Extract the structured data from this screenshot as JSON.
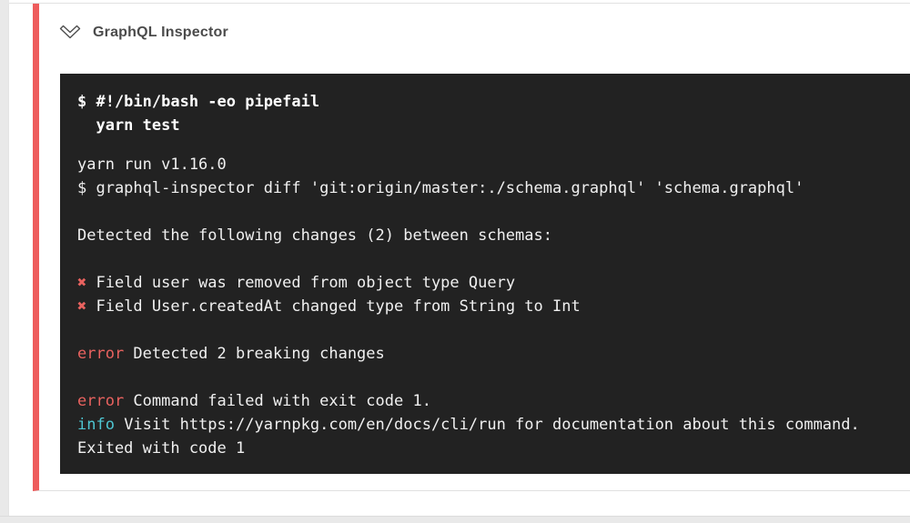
{
  "colors": {
    "accent_red": "#ee5c5c",
    "terminal_bg": "#222222",
    "terminal_text": "#f0f0f0",
    "error_red": "#e8625f",
    "info_cyan": "#4ec6d2"
  },
  "header": {
    "title": "GraphQL Inspector",
    "collapse_icon": "chevron-collapse-icon"
  },
  "terminal": {
    "command_lines": [
      [
        {
          "t": "$ #!/bin/bash -eo pipefail"
        }
      ],
      [
        {
          "t": "  yarn test"
        }
      ]
    ],
    "output_lines": [
      [
        {
          "t": "yarn run v1.16.0"
        }
      ],
      [
        {
          "t": "$ graphql-inspector diff 'git:origin/master:./schema.graphql' 'schema.graphql'"
        }
      ],
      [],
      [
        {
          "t": "Detected the following changes (2) between schemas:"
        }
      ],
      [],
      [
        {
          "t": "✖",
          "c": "red"
        },
        {
          "t": " Field user was removed from object type Query"
        }
      ],
      [
        {
          "t": "✖",
          "c": "red"
        },
        {
          "t": " Field User.createdAt changed type from String to Int"
        }
      ],
      [],
      [
        {
          "t": "error",
          "c": "red"
        },
        {
          "t": " Detected 2 breaking changes"
        }
      ],
      [],
      [
        {
          "t": "error",
          "c": "red"
        },
        {
          "t": " Command failed with exit code 1."
        }
      ],
      [
        {
          "t": "info",
          "c": "cyan"
        },
        {
          "t": " Visit https://yarnpkg.com/en/docs/cli/run for documentation about this command."
        }
      ],
      [
        {
          "t": "Exited with code 1"
        }
      ]
    ]
  }
}
